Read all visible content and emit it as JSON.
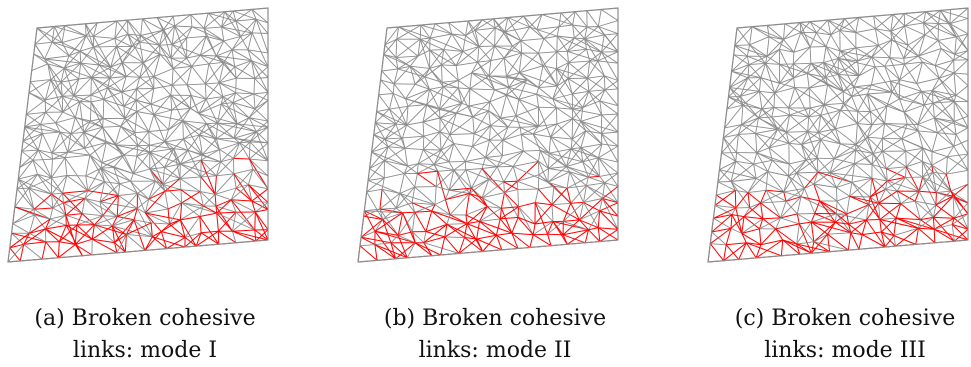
{
  "figure": {
    "panels": [
      {
        "id": "a",
        "caption_line1": "(a) Broken cohesive",
        "caption_line2": "links: mode I",
        "mesh_color": "#8c8c8c",
        "broken_color": "#ff0000",
        "broken_fraction": 0.28
      },
      {
        "id": "b",
        "caption_line1": "(b) Broken cohesive",
        "caption_line2": "links: mode II",
        "mesh_color": "#8c8c8c",
        "broken_color": "#ff0000",
        "broken_fraction": 0.3
      },
      {
        "id": "c",
        "caption_line1": "(c) Broken cohesive",
        "caption_line2": "links: mode III",
        "mesh_color": "#8c8c8c",
        "broken_color": "#ff0000",
        "broken_fraction": 0.3
      }
    ]
  }
}
